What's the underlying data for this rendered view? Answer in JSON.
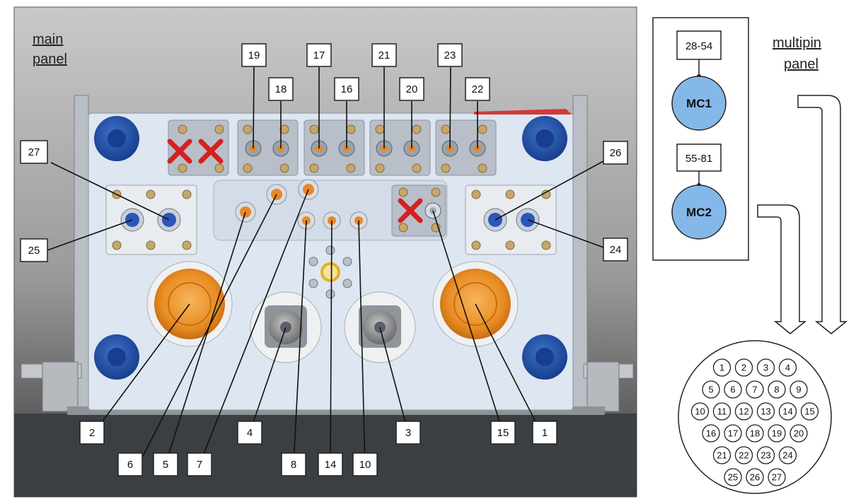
{
  "main_panel": {
    "title_line1": "main",
    "title_line2": "panel"
  },
  "multipin_panel": {
    "title_line1": "multipin",
    "title_line2": "panel"
  },
  "connectors": [
    {
      "id": "mc1",
      "label": "MC1",
      "pin_range": "28-54"
    },
    {
      "id": "mc2",
      "label": "MC2",
      "pin_range": "55-81"
    }
  ],
  "callouts": [
    "1",
    "2",
    "3",
    "4",
    "5",
    "6",
    "7",
    "8",
    "10",
    "14",
    "15",
    "16",
    "17",
    "18",
    "19",
    "20",
    "21",
    "22",
    "23",
    "24",
    "25",
    "26",
    "27"
  ],
  "multipin_pins": [
    "1",
    "2",
    "3",
    "4",
    "5",
    "6",
    "7",
    "8",
    "9",
    "10",
    "11",
    "12",
    "13",
    "14",
    "15",
    "16",
    "17",
    "18",
    "19",
    "20",
    "21",
    "22",
    "23",
    "24",
    "25",
    "26",
    "27"
  ],
  "colors": {
    "panel_face": "#dde6f1",
    "connector_orange": "#f0a13b",
    "connector_blue": "#2c56b8",
    "knob_navy": "#1d4aa0",
    "mc_fill": "#84b8e8",
    "blocked_x": "#d62020"
  },
  "blocked_marker_icon": "cross-icon",
  "arrow_icon": "down-arrow-icon"
}
